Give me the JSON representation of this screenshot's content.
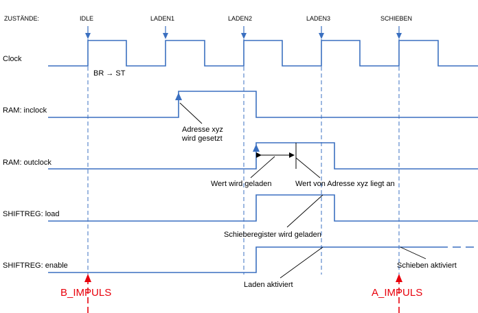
{
  "header": {
    "states_label": "ZUSTÄNDE:"
  },
  "states": [
    "IDLE",
    "LADEN1",
    "LADEN2",
    "LADEN3",
    "SCHIEBEN"
  ],
  "signals": {
    "clock": "Clock",
    "ram_inclock": "RAM: inclock",
    "ram_outclock": "RAM: outclock",
    "shiftreg_load": "SHIFTREG: load",
    "shiftreg_enable": "SHIFTREG: enable"
  },
  "annotations": {
    "br_st": "BR → ST",
    "addr_line1": "Adresse xyz",
    "addr_line2": "wird gesetzt",
    "wert_geladen": "Wert wird geladen",
    "wert_adresse": "Wert von Adresse xyz liegt an",
    "schieberegister": "Schieberegister wird geladen",
    "laden_aktiviert": "Laden aktiviert",
    "schieben_aktiviert": "Schieben aktiviert"
  },
  "impulses": {
    "b": "B_IMPULS",
    "a": "A_IMPULS"
  },
  "colors": {
    "signal": "#3a6fc0",
    "impulse": "#e8000b",
    "text": "#000000"
  }
}
